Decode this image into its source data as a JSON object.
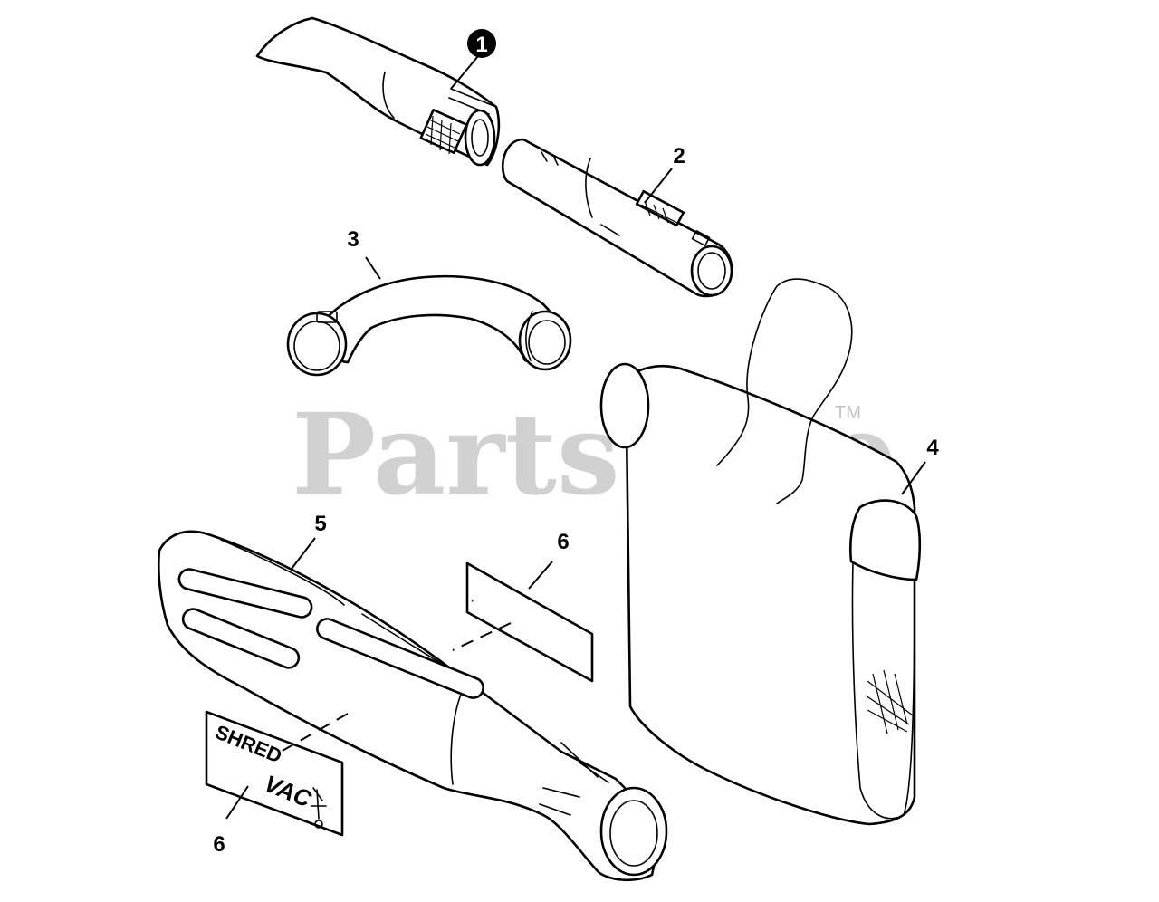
{
  "watermark": {
    "text": "PartsTree",
    "trademark": "TM"
  },
  "callouts": {
    "c1": "1",
    "c2": "2",
    "c3": "3",
    "c4": "4",
    "c5": "5",
    "c6a": "6",
    "c6b": "6"
  },
  "decal": {
    "line1": "SHRED",
    "line2": "VAC"
  }
}
